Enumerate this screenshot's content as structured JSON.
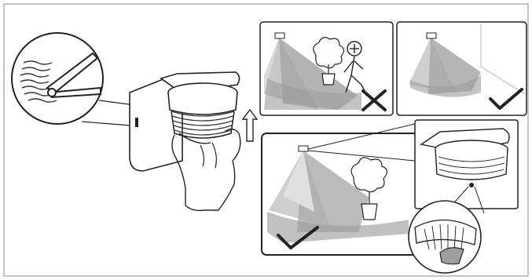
{
  "figure": {
    "panels": [
      {
        "id": "lens-cutting",
        "icon": "scissors-icon"
      },
      {
        "id": "sensor-with-mask",
        "icon": "sensor-icon"
      },
      {
        "id": "wrong-placement",
        "icon": "cross-icon",
        "status": "incorrect"
      },
      {
        "id": "correct-placement",
        "icon": "check-icon",
        "status": "correct"
      },
      {
        "id": "masked-detection",
        "icon": "check-icon",
        "status": "correct"
      }
    ],
    "colors": {
      "outline": "#222222",
      "zone_gray": "#9e9e9e",
      "zone_light": "#d0d0d0",
      "panel_bg": "#ffffff",
      "frame": "#666666"
    }
  }
}
